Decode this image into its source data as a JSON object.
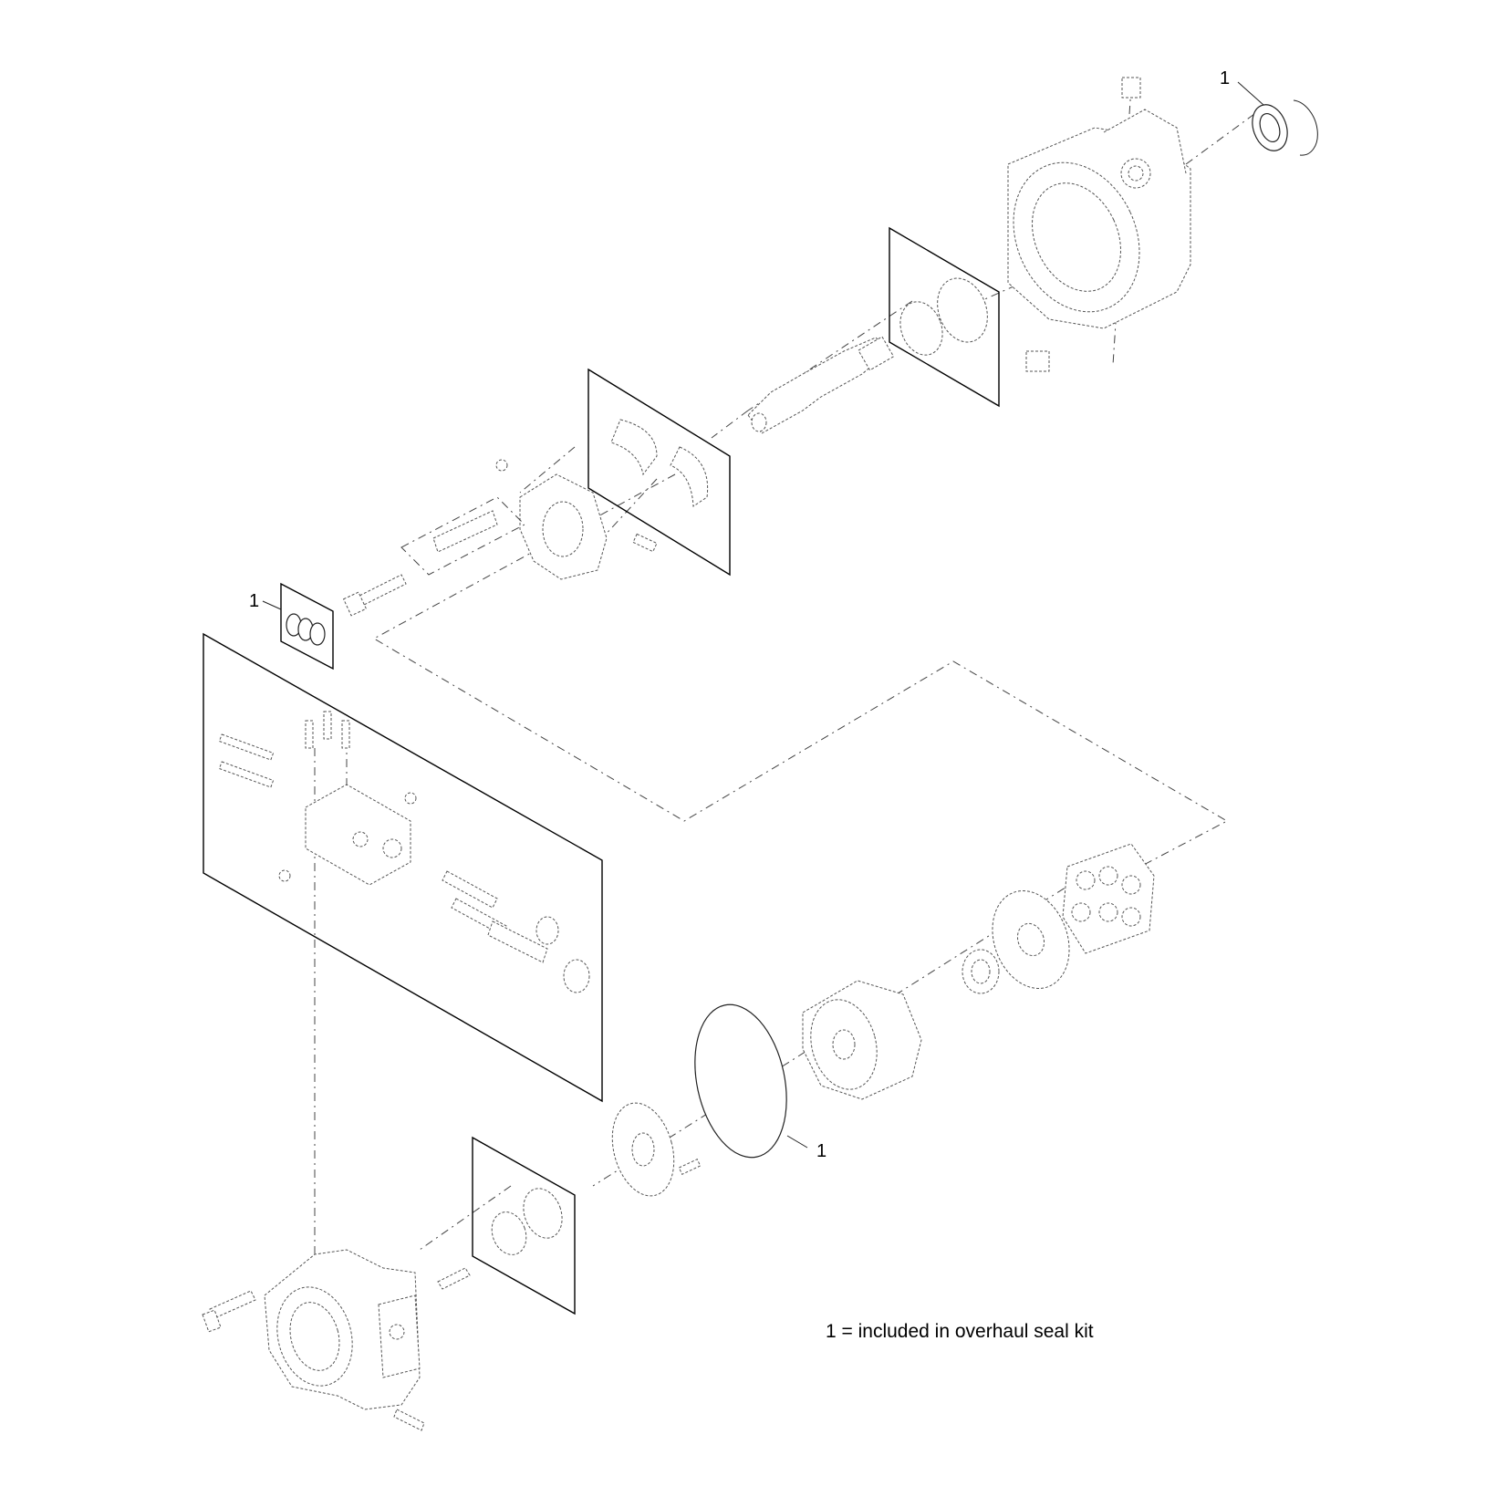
{
  "callout_number": "1",
  "legend": {
    "text": "1 = included in overhaul seal kit"
  },
  "callouts": [
    {
      "label": "1"
    },
    {
      "label": "1"
    },
    {
      "label": "1"
    }
  ],
  "colors": {
    "line": "#000000",
    "background": "#ffffff"
  }
}
